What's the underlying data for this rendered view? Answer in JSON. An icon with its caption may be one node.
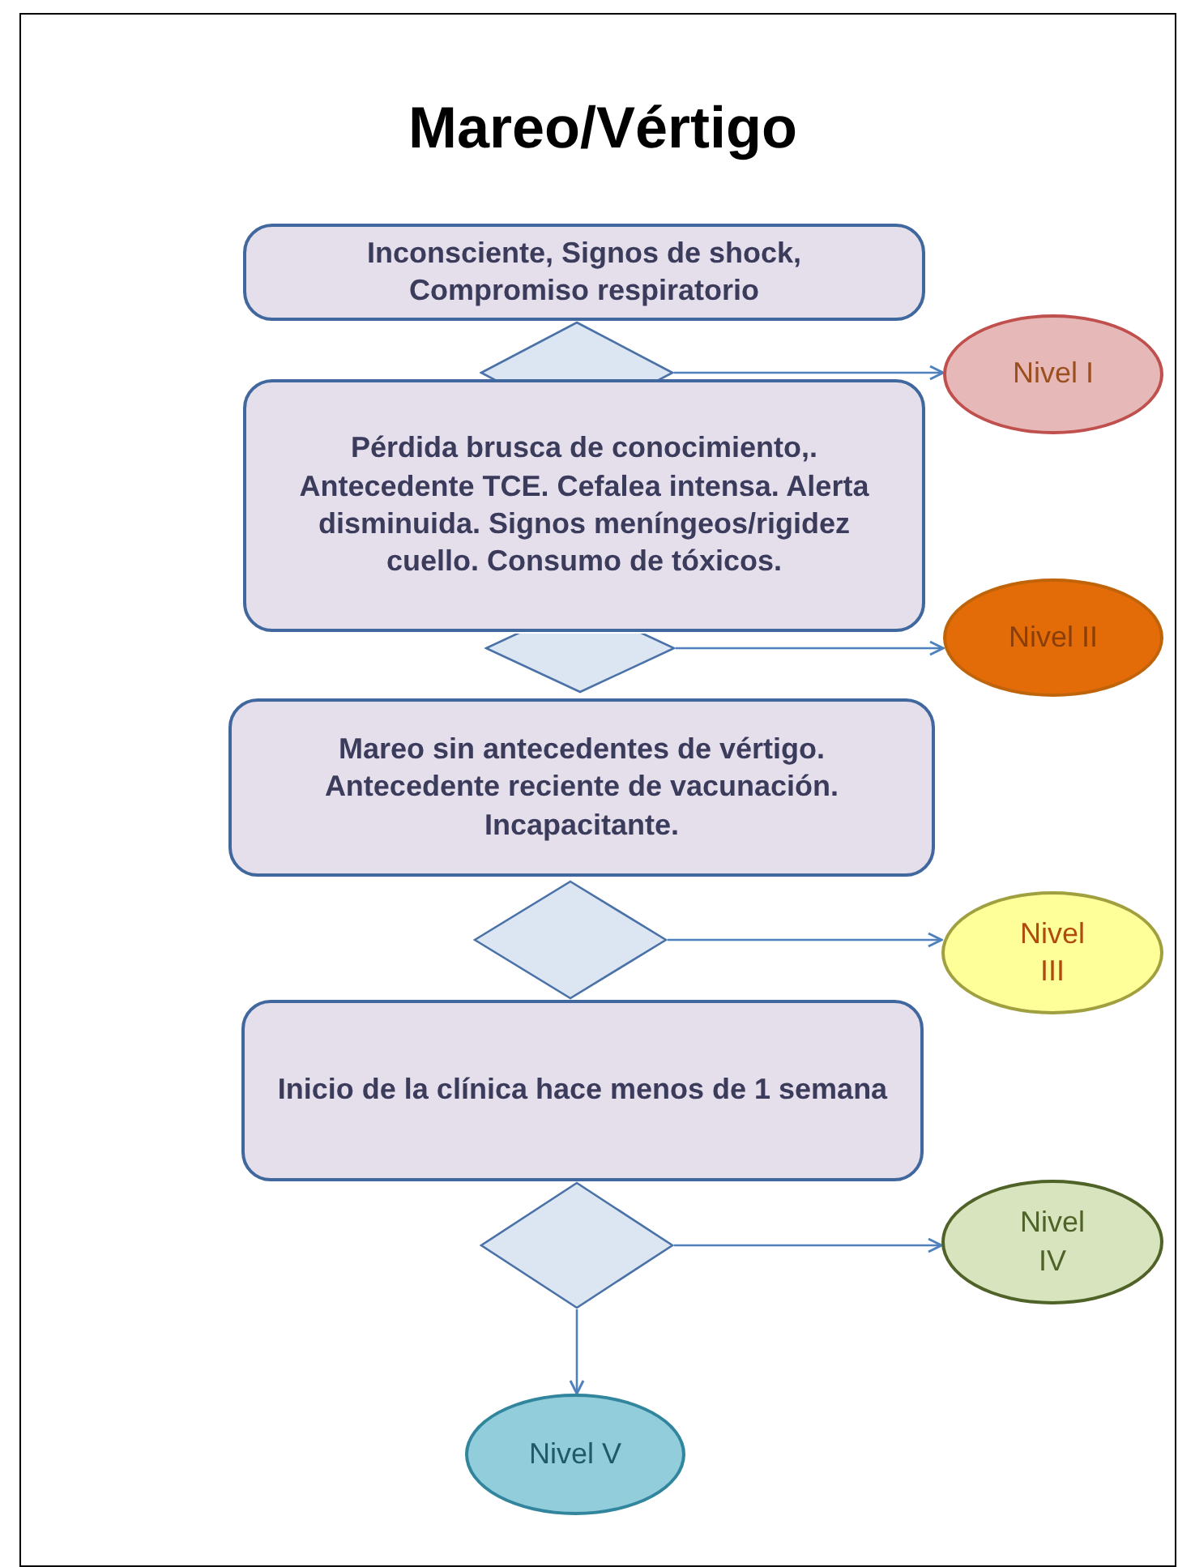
{
  "diagram": {
    "title": "Mareo/Vértigo",
    "nodes": [
      {
        "text": [
          "Inconsciente, Signos de shock, Compromiso respiratorio"
        ]
      },
      {
        "text": [],
        "shape": "diamond"
      },
      {
        "text": [
          "Nivel I"
        ]
      },
      {
        "text": [
          "Pérdida brusca de conocimiento,. Antecedente TCE. Cefalea intensa. Alerta disminuida. Signos meníngeos/rigidez cuello. Consumo de tóxicos."
        ]
      },
      {
        "text": [],
        "shape": "diamond"
      },
      {
        "text": [
          "Nivel II"
        ]
      },
      {
        "text": [
          "Mareo sin antecedentes de vértigo. Antecedente reciente de vacunación. Incapacitante."
        ]
      },
      {
        "text": [],
        "shape": "diamond"
      },
      {
        "text": [
          "Nivel III"
        ]
      },
      {
        "text": [
          "Inicio de la clínica hace menos de 1 semana"
        ]
      },
      {
        "text": [],
        "shape": "diamond"
      },
      {
        "text": [
          "Nivel IV"
        ]
      },
      {
        "text": [
          "Nivel V"
        ]
      }
    ],
    "edges": [
      {
        "from": 1,
        "to": 2,
        "arrow": "to"
      },
      {
        "from": 4,
        "to": 5,
        "arrow": "to"
      },
      {
        "from": 7,
        "to": 8,
        "arrow": "to"
      },
      {
        "from": 10,
        "to": 11,
        "arrow": "to"
      },
      {
        "from": 10,
        "to": 12,
        "arrow": "to"
      }
    ]
  }
}
